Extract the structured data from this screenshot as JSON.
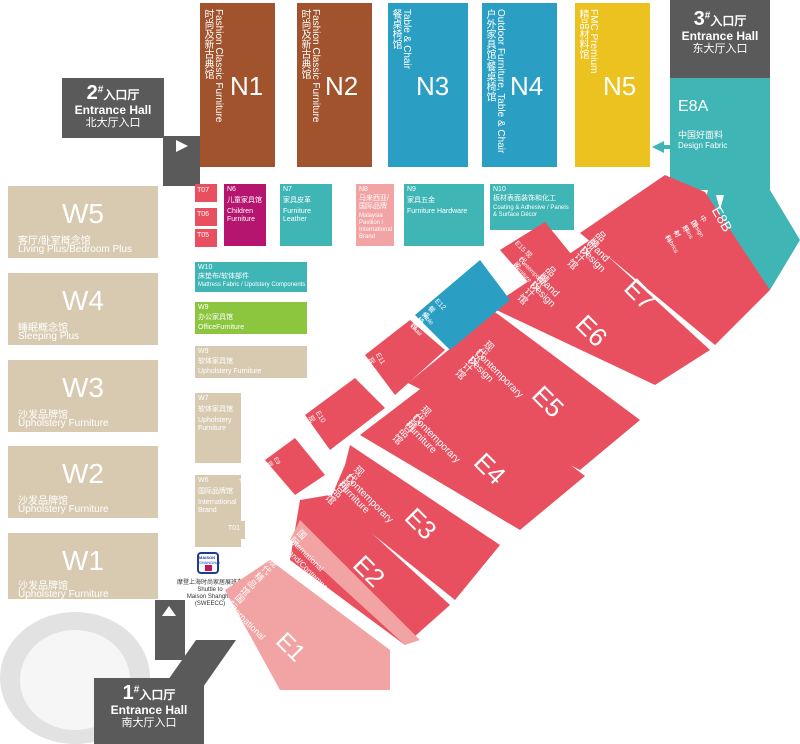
{
  "colors": {
    "brown": "#a0532c",
    "blue": "#2b9ec3",
    "yellow": "#ecc220",
    "teal": "#3fb5b5",
    "tan": "#d8cab1",
    "red": "#e8505f",
    "pink": "#f2a3a3",
    "magenta": "#b5156f",
    "green": "#8cc63f",
    "gray": "#5a5a5a"
  },
  "north": [
    {
      "code": "N1",
      "cn": "时尚及新古典馆",
      "en": "Fashion Classic Furniture"
    },
    {
      "code": "N2",
      "cn": "时尚及新古典馆",
      "en": "Fashion Classic Furniture"
    },
    {
      "code": "N3",
      "cn": "餐桌椅馆",
      "en": "Table & Chair"
    },
    {
      "code": "N4",
      "cn": "户外家具馆/餐桌椅馆",
      "en": "Outdoor Furniture, Table & Chair"
    },
    {
      "code": "N5",
      "cn": "精品材料馆",
      "en": "FMC Premium"
    }
  ],
  "entrances": {
    "e1": {
      "num": "1",
      "sup": "#",
      "cn_suffix": "入口厅",
      "en": "Entrance Hall",
      "cn": "南大厅入口"
    },
    "e2": {
      "num": "2",
      "sup": "#",
      "cn_suffix": "入口厅",
      "en": "Entrance Hall",
      "cn": "北大厅入口"
    },
    "e3": {
      "num": "3",
      "sup": "#",
      "cn_suffix": "入口厅",
      "en": "Entrance Hall",
      "cn": "东大厅入口"
    }
  },
  "west": [
    {
      "code": "W5",
      "cn": "客厅/卧室概念馆",
      "en": "Living Plus/Bedroom Plus"
    },
    {
      "code": "W4",
      "cn": "睡眠概念馆",
      "en": "Sleeping Plus"
    },
    {
      "code": "W3",
      "cn": "沙发品牌馆",
      "en": "Upholstery Furniture"
    },
    {
      "code": "W2",
      "cn": "沙发品牌馆",
      "en": "Upholstery Furniture"
    },
    {
      "code": "W1",
      "cn": "沙发品牌馆",
      "en": "Upholstery Furniture"
    }
  ],
  "small": {
    "t07": "T07",
    "t06": "T06",
    "t05": "T05",
    "t01": "T01",
    "n6": {
      "code": "N6",
      "cn": "儿童家具馆",
      "en": "Children Furniture"
    },
    "n7": {
      "code": "N7",
      "cn": "家具皮革",
      "en": "Furniture Leather"
    },
    "n8": {
      "code": "N8",
      "cn": "马来西亚/国际品牌",
      "en": "Malaysia Pavilion / International Brand"
    },
    "n9": {
      "code": "N9",
      "cn": "家具五金",
      "en": "Furniture Hardware"
    },
    "n10": {
      "code": "N10",
      "cn": "板材表面装饰和化工",
      "en": "Coating & Adhesive / Panels & Surface Décor"
    },
    "w10": {
      "code": "W10",
      "cn": "床垫布/软体部件",
      "en": "Mattress Fabric / Upolstery Components"
    },
    "w9a": {
      "code": "W9",
      "cn": "办公家具馆",
      "en": "OfficeFurniture"
    },
    "w9b": {
      "code": "W9",
      "cn": "软体家具馆",
      "en": "Upholstery Furniture"
    },
    "w7": {
      "code": "W7",
      "cn": "软体家具馆",
      "en": "Upholstery Furniture"
    },
    "w6": {
      "code": "W6",
      "cn": "国际品牌馆",
      "en": "International Brand"
    }
  },
  "east": {
    "e8a": {
      "code": "E8A",
      "cn": "中国好面料",
      "en": "Design Fabric"
    },
    "e8b": {
      "code": "E8B",
      "cn": "中国好材料",
      "en": "Design Skins & Fabrics"
    },
    "e7": {
      "code": "E7",
      "cn": "品牌设计馆",
      "en": "Brand Design"
    },
    "e6": {
      "code": "E6",
      "cn": "品牌设计馆",
      "en": "Brand Design"
    },
    "e5": {
      "code": "E5",
      "cn": "现代设计馆",
      "en": "Contemporary Design"
    },
    "e4": {
      "code": "E4",
      "cn": "现代精品馆",
      "en": "Contemporary Furniture"
    },
    "e3": {
      "code": "E3",
      "cn": "现代精品馆",
      "en": "Contemporary Furniture"
    },
    "e2": {
      "code": "E2",
      "cn": "国际品牌/现代精品馆",
      "en": "International Brand/Contemporary Furniture"
    },
    "e1": {
      "code": "E1",
      "cn": "国际品牌馆",
      "en": "International Brand"
    },
    "e15": {
      "code": "E15",
      "cn": "现代家具馆",
      "en": "Contemporary Furniture"
    },
    "e12": {
      "code": "E12",
      "cn": "餐桌椅馆",
      "en": "Table & Chair"
    },
    "e11": {
      "code": "E11",
      "cn": "现代家具馆",
      "en": "Contemporary Furniture"
    },
    "e10": {
      "code": "E10",
      "cn": "现代家具馆",
      "en": "Contemporary Furniture"
    },
    "e9": {
      "code": "E9",
      "cn": "现代家具馆",
      "en": "Contemporary Furniture"
    }
  },
  "shuttle": {
    "logo_line1": "MAISON",
    "logo_line2": "SHANGHAI",
    "cn": "摩登上海时尚家居展班车",
    "en1": "Shuttle to",
    "en2": "Maison Shanghai",
    "en3": "(SWEECC)"
  }
}
